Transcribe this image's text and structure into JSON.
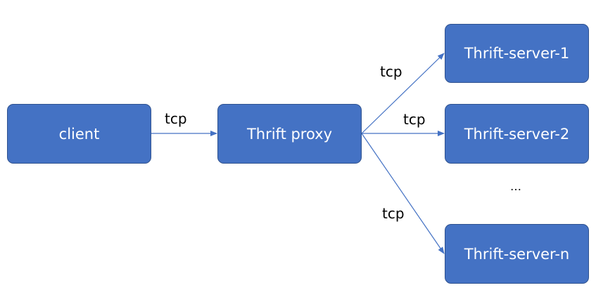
{
  "diagram": {
    "nodes": {
      "client": {
        "label": "client"
      },
      "proxy": {
        "label": "Thrift proxy"
      },
      "server_1": {
        "label": "Thrift-server-1"
      },
      "server_2": {
        "label": "Thrift-server-2"
      },
      "server_n": {
        "label": "Thrift-server-n"
      }
    },
    "edges": {
      "client_to_proxy": {
        "label": "tcp"
      },
      "proxy_to_server_1": {
        "label": "tcp"
      },
      "proxy_to_server_2": {
        "label": "tcp"
      },
      "proxy_to_server_n": {
        "label": "tcp"
      }
    },
    "ellipsis": "…"
  },
  "colors": {
    "node_fill": "#4472c4",
    "node_border": "#2f528f",
    "node_text": "#ffffff",
    "edge": "#4472c4",
    "label_text": "#000000"
  }
}
